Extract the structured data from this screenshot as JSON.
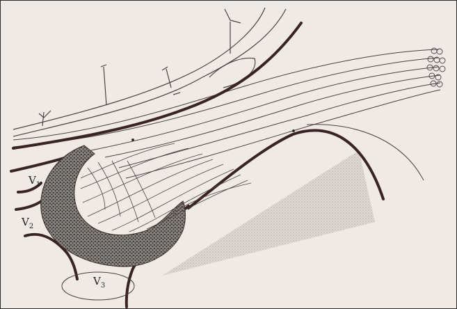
{
  "labels": {
    "v1": "V",
    "v1_sub": "1",
    "v2": "V",
    "v2_sub": "2",
    "v3": "V",
    "v3_sub": "3"
  },
  "colors": {
    "background": "#efeae5",
    "thick_line": "#3a2323",
    "thin_line": "#4a4040",
    "dark_stipple": "#6a6662",
    "light_stipple": "#c9c3bd"
  }
}
